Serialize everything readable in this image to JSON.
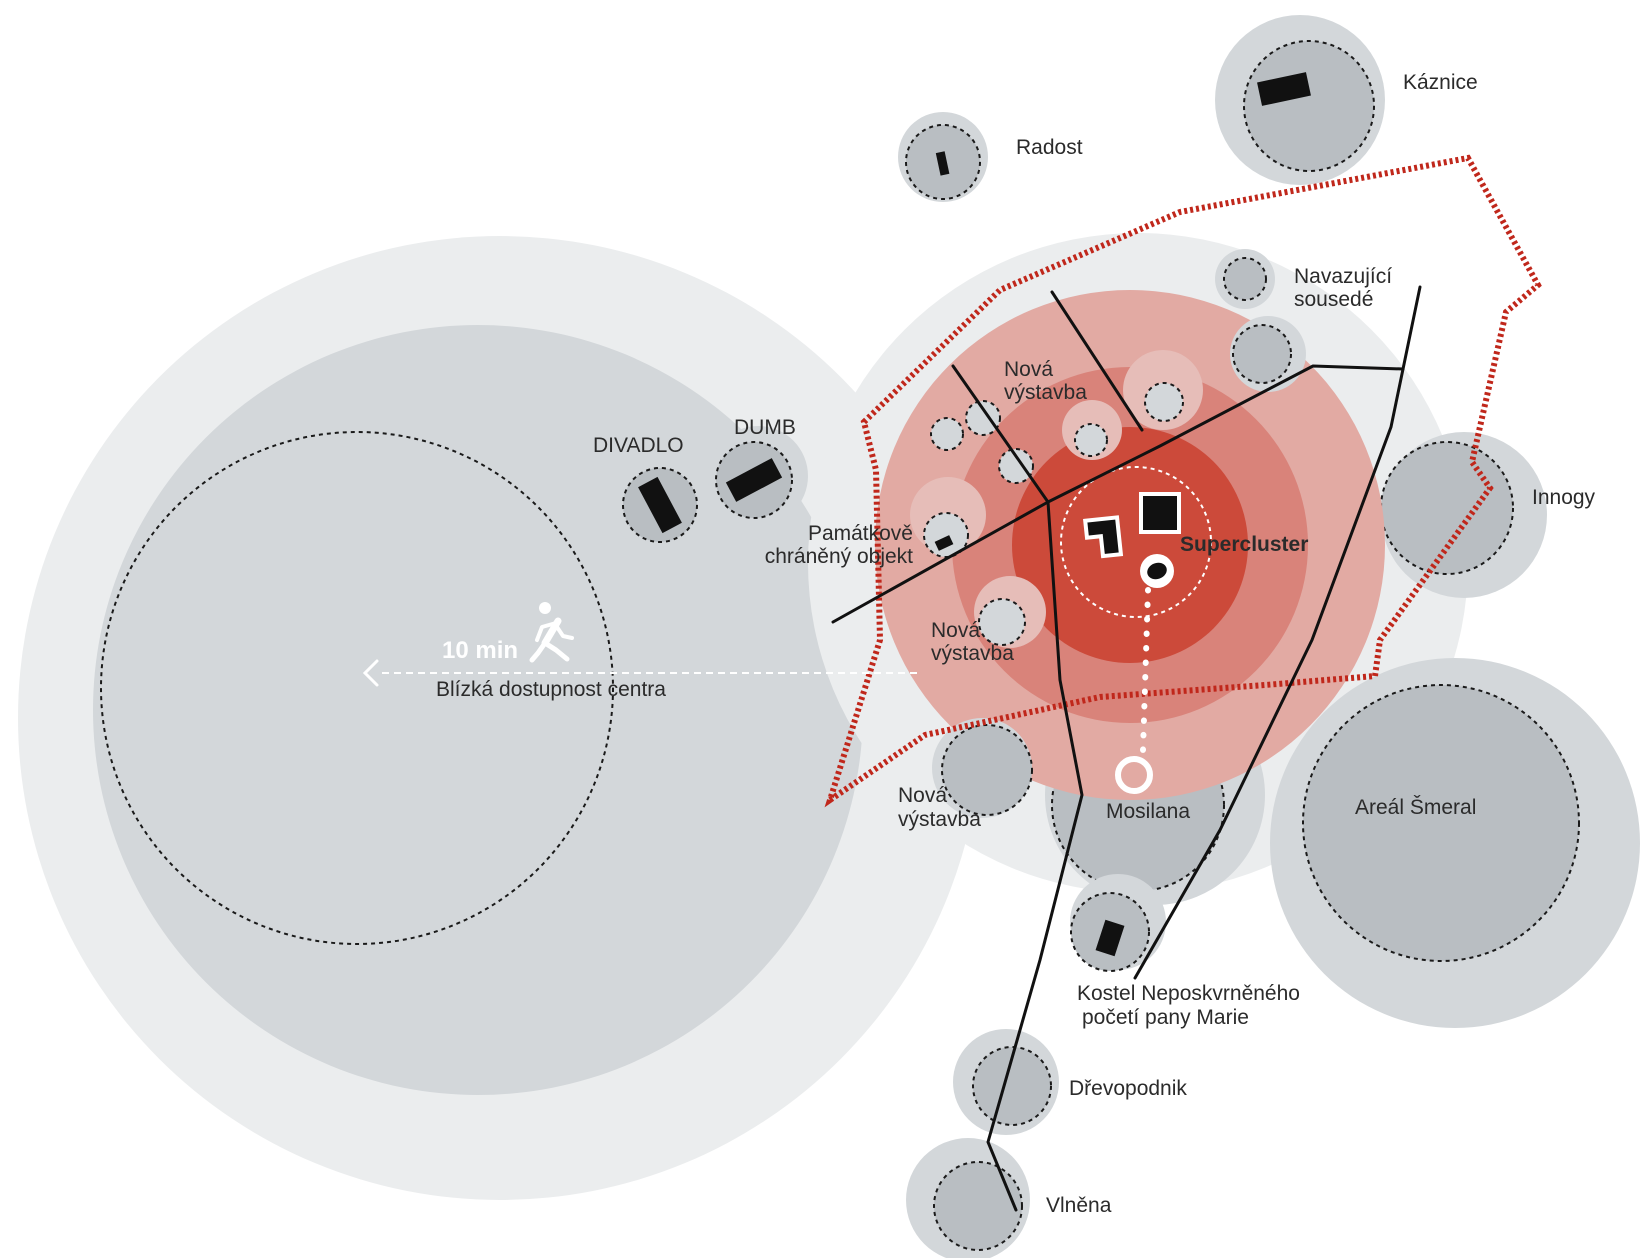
{
  "labels": {
    "kaznice": "Káznice",
    "radost": "Radost",
    "navazujici_1": "Navazující",
    "navazujici_2": "sousedé",
    "nova_vystavba_top_1": "Nová",
    "nova_vystavba_top_2": "výstavba",
    "divadlo": "DIVADLO",
    "dumb": "DUMB",
    "pamatkove_1": "Památkově",
    "pamatkove_2": "chráněný objekt",
    "supercluster": "Supercluster",
    "innogy": "Innogy",
    "nova_vystavba_mid_1": "Nová",
    "nova_vystavba_mid_2": "výstavba",
    "walk_time": "10 min",
    "walk_caption": "Blízká dostupnost centra",
    "nova_vystavba_low_1": "Nová",
    "nova_vystavba_low_2": "výstavba",
    "mosilana": "Mosilana",
    "smeral": "Areál Šmeral",
    "kostel_1": "Kostel Neposkvrněného",
    "kostel_2": "početí pany Marie",
    "drevopodnik": "Dřevopodnik",
    "vlnena": "Vlněna"
  },
  "icons": {
    "walker": "walking-person-icon",
    "arrow": "chevron-left-icon"
  },
  "colors": {
    "outer_halo": "#ebedee",
    "mid_gray": "#d3d7da",
    "dark_gray": "#b9bec2",
    "red_light": "#e2aaa3",
    "red_mid": "#d9837a",
    "red_core": "#cc4a3a",
    "boundary_red": "#c0271b",
    "ink": "#111111"
  }
}
